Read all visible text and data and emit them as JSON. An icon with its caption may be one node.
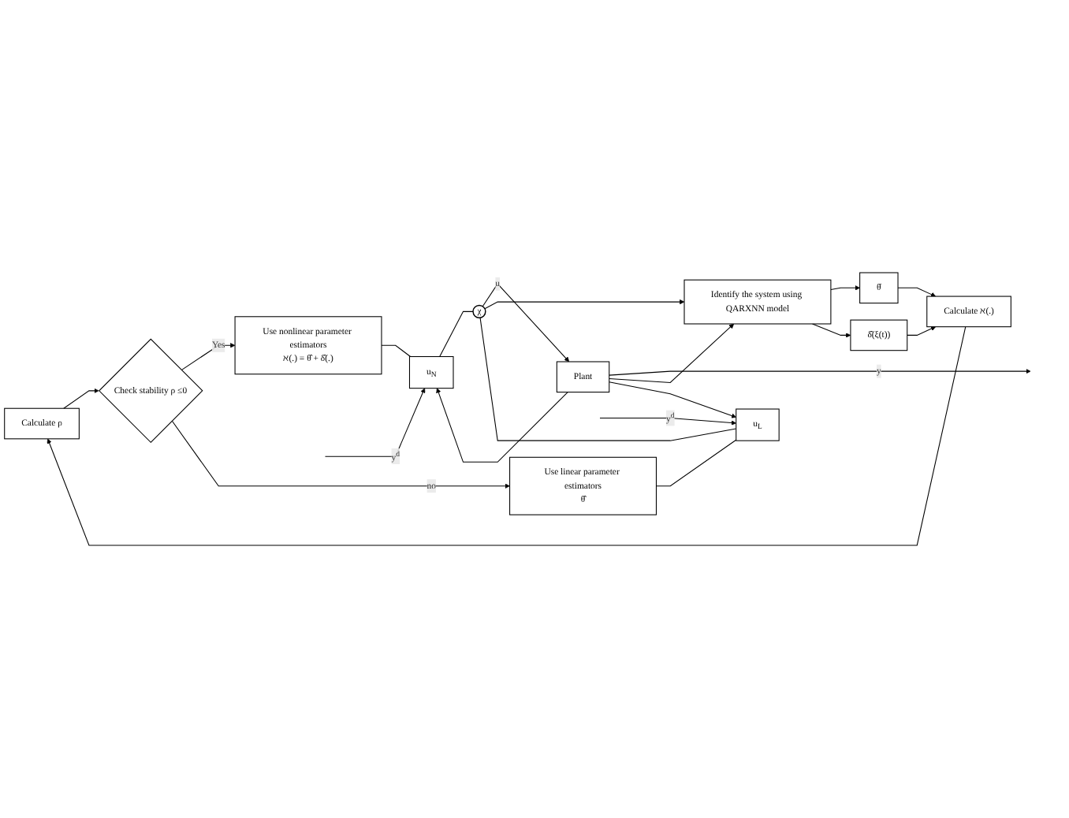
{
  "diagram": {
    "nodes": [
      {
        "text": [
          "Calculate ρ"
        ]
      },
      {
        "text": [
          "Check stability ρ ≤0"
        ]
      },
      {
        "text": [
          "Use nonlinear parameter estimators",
          "ℵ(.) = θ̂ + δ̂(.)"
        ]
      },
      {
        "text": [
          "Use linear parameter estimators",
          "θ̂"
        ]
      },
      {
        "text": [
          "Calculate ℵ(.)"
        ]
      },
      {
        "text": [
          "θ̂"
        ]
      },
      {
        "text": [
          "δ̂(ξ(t))"
        ]
      },
      {
        "text": [
          "Identify the system using QARXNN model"
        ]
      },
      {
        "text": [
          "u$_{N}$"
        ]
      },
      {
        "text": [
          "u$_{L}$"
        ]
      },
      {
        "text": [
          "χ"
        ]
      },
      {
        "text": [
          "Plant"
        ]
      }
    ],
    "edges": [
      {
        "from": 0,
        "to": 1,
        "arrow": "to"
      },
      {
        "from": 1,
        "to": 2,
        "arrow": "to",
        "label": "Yes"
      },
      {
        "from": 1,
        "to": 3,
        "arrow": "to",
        "label": "no"
      },
      {
        "from": 2,
        "to": 8,
        "arrow": "none"
      },
      {
        "from": 3,
        "to": 9,
        "arrow": "none"
      },
      {
        "from": null,
        "to": 8,
        "arrow": "to",
        "label": "y$^{d}$"
      },
      {
        "from": null,
        "to": 9,
        "arrow": "to",
        "label": "y$^{d}$"
      },
      {
        "from": 8,
        "to": 10,
        "arrow": "none"
      },
      {
        "from": 9,
        "to": 10,
        "arrow": "none"
      },
      {
        "from": 10,
        "to": 11,
        "arrow": "to",
        "label": "u"
      },
      {
        "from": 10,
        "to": 7,
        "arrow": "to"
      },
      {
        "from": 11,
        "to": null,
        "arrow": "to",
        "label": "y"
      },
      {
        "from": 11,
        "to": 7,
        "arrow": "to"
      },
      {
        "from": 11,
        "to": 8,
        "arrow": "to"
      },
      {
        "from": 11,
        "to": 9,
        "arrow": "to"
      },
      {
        "from": 7,
        "to": 5,
        "arrow": "to"
      },
      {
        "from": 7,
        "to": 6,
        "arrow": "to"
      },
      {
        "from": 5,
        "to": 4,
        "arrow": "to"
      },
      {
        "from": 6,
        "to": 4,
        "arrow": "to"
      },
      {
        "from": 4,
        "to": 0,
        "arrow": "to"
      }
    ]
  }
}
